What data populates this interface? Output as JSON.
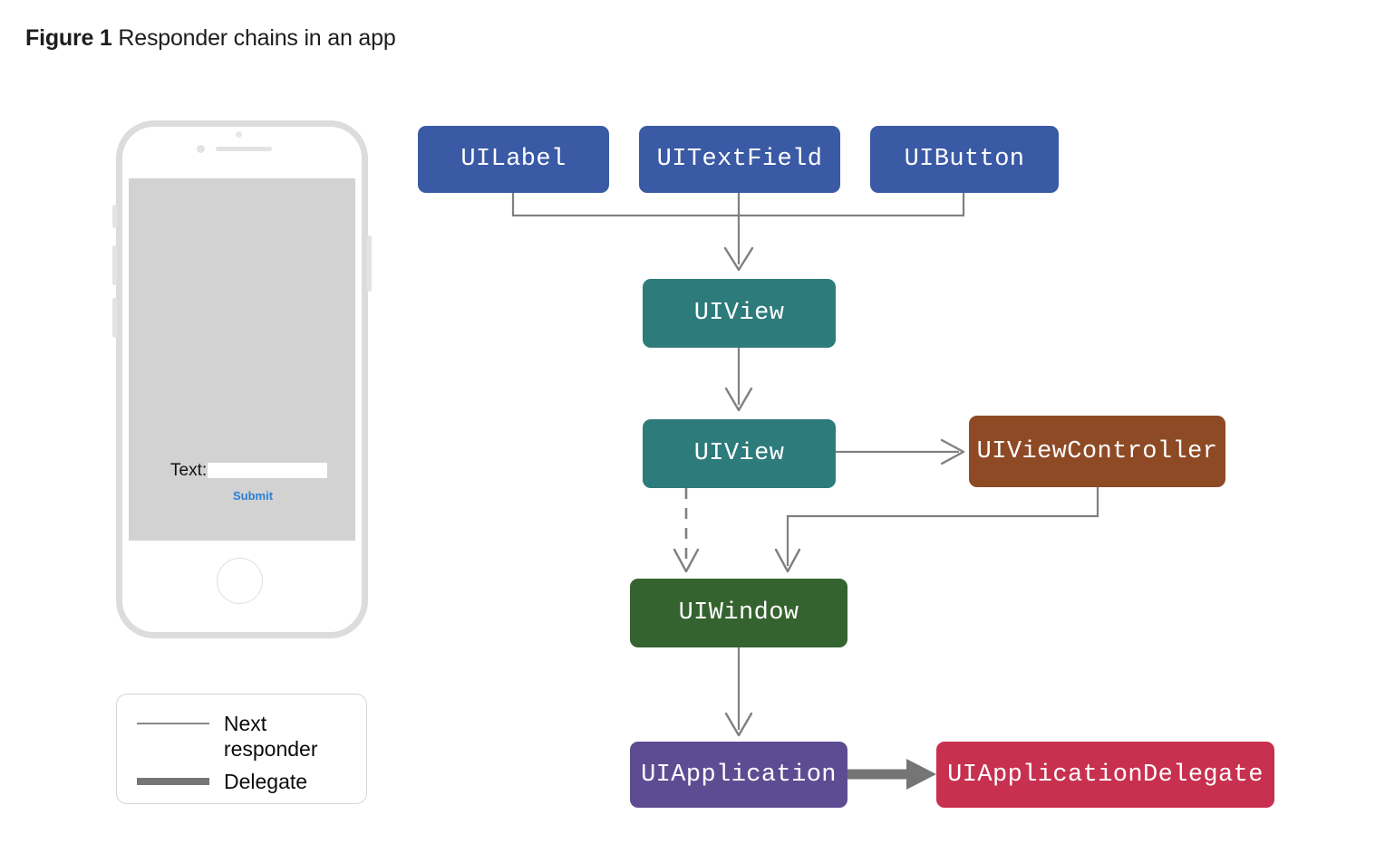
{
  "figure": {
    "label": "Figure 1",
    "title": "Responder chains in an app"
  },
  "phone": {
    "screen": {
      "text_label": "Text:",
      "text_input_value": "",
      "text_input_placeholder": "",
      "submit_label": "Submit",
      "submit_color": "#2a7ed4",
      "screen_bg": "#d2d2d2"
    }
  },
  "legend": {
    "items": [
      {
        "label": "Next responder",
        "style": "thin-line",
        "color": "#888888"
      },
      {
        "label": "Delegate",
        "style": "thick-line",
        "color": "#757575"
      }
    ]
  },
  "diagram": {
    "nodes": [
      {
        "id": "uilabel",
        "label": "UILabel",
        "color": "#3a5aa5"
      },
      {
        "id": "uitextfield",
        "label": "UITextField",
        "color": "#3a5aa5"
      },
      {
        "id": "uibutton",
        "label": "UIButton",
        "color": "#3a5aa5"
      },
      {
        "id": "uiview-1",
        "label": "UIView",
        "color": "#2e7b7b"
      },
      {
        "id": "uiview-2",
        "label": "UIView",
        "color": "#2e7b7b"
      },
      {
        "id": "uiviewcontroller",
        "label": "UIViewController",
        "color": "#8d4a25"
      },
      {
        "id": "uiwindow",
        "label": "UIWindow",
        "color": "#35632f"
      },
      {
        "id": "uiapplication",
        "label": "UIApplication",
        "color": "#5e4c93"
      },
      {
        "id": "uiapplicationdelegate",
        "label": "UIApplicationDelegate",
        "color": "#c8304f"
      }
    ],
    "edges": [
      {
        "from": "uilabel",
        "to": "uiview-1",
        "kind": "next-responder",
        "style": "solid"
      },
      {
        "from": "uitextfield",
        "to": "uiview-1",
        "kind": "next-responder",
        "style": "solid"
      },
      {
        "from": "uibutton",
        "to": "uiview-1",
        "kind": "next-responder",
        "style": "solid"
      },
      {
        "from": "uiview-1",
        "to": "uiview-2",
        "kind": "next-responder",
        "style": "solid"
      },
      {
        "from": "uiview-2",
        "to": "uiviewcontroller",
        "kind": "next-responder",
        "style": "solid"
      },
      {
        "from": "uiview-2",
        "to": "uiwindow",
        "kind": "next-responder",
        "style": "dashed"
      },
      {
        "from": "uiviewcontroller",
        "to": "uiwindow",
        "kind": "next-responder",
        "style": "solid"
      },
      {
        "from": "uiwindow",
        "to": "uiapplication",
        "kind": "next-responder",
        "style": "solid"
      },
      {
        "from": "uiapplication",
        "to": "uiapplicationdelegate",
        "kind": "delegate",
        "style": "thick"
      }
    ],
    "edge_color": "#808080",
    "delegate_edge_color": "#757575"
  }
}
